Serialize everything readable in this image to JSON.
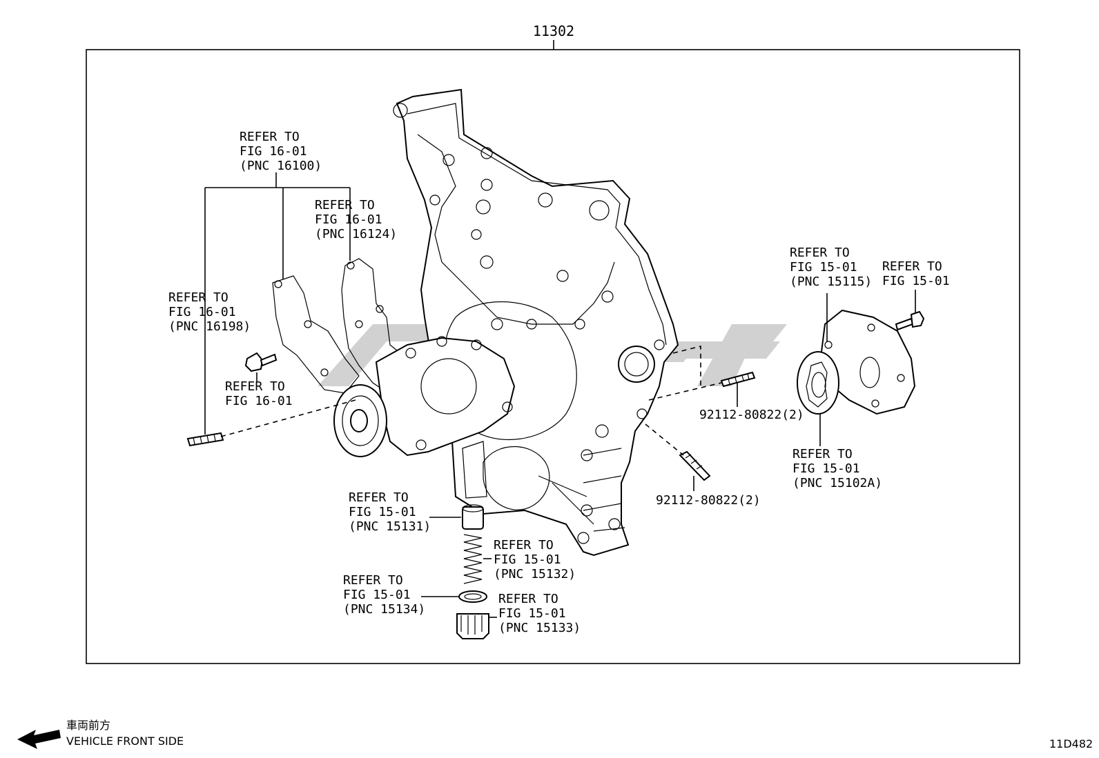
{
  "assembly_number": "11302",
  "callouts": {
    "pnc_16100": [
      "REFER TO",
      "FIG 16-01",
      "(PNC 16100)"
    ],
    "pnc_16124": [
      "REFER TO",
      "FIG 16-01",
      "(PNC 16124)"
    ],
    "pnc_16198": [
      "REFER TO",
      "FIG 16-01",
      "(PNC 16198)"
    ],
    "fig_16_01_bolt": [
      "REFER TO",
      "FIG 16-01"
    ],
    "pnc_15115": [
      "REFER TO",
      "FIG 15-01",
      "(PNC 15115)"
    ],
    "fig_15_01_bolt": [
      "REFER TO",
      "FIG 15-01"
    ],
    "pnc_15102a": [
      "REFER TO",
      "FIG 15-01",
      "(PNC 15102A)"
    ],
    "pnc_15131": [
      "REFER TO",
      "FIG 15-01",
      "(PNC 15131)"
    ],
    "pnc_15132": [
      "REFER TO",
      "FIG 15-01",
      "(PNC 15132)"
    ],
    "pnc_15134": [
      "REFER TO",
      "FIG 15-01",
      "(PNC 15134)"
    ],
    "pnc_15133": [
      "REFER TO",
      "FIG 15-01",
      "(PNC 15133)"
    ]
  },
  "stud_upper": "92112-80822(2)",
  "stud_lower": "92112-80822(2)",
  "front_side_jp": "車両前方",
  "front_side_en": "VEHICLE FRONT SIDE",
  "diagram_code": "11D482"
}
